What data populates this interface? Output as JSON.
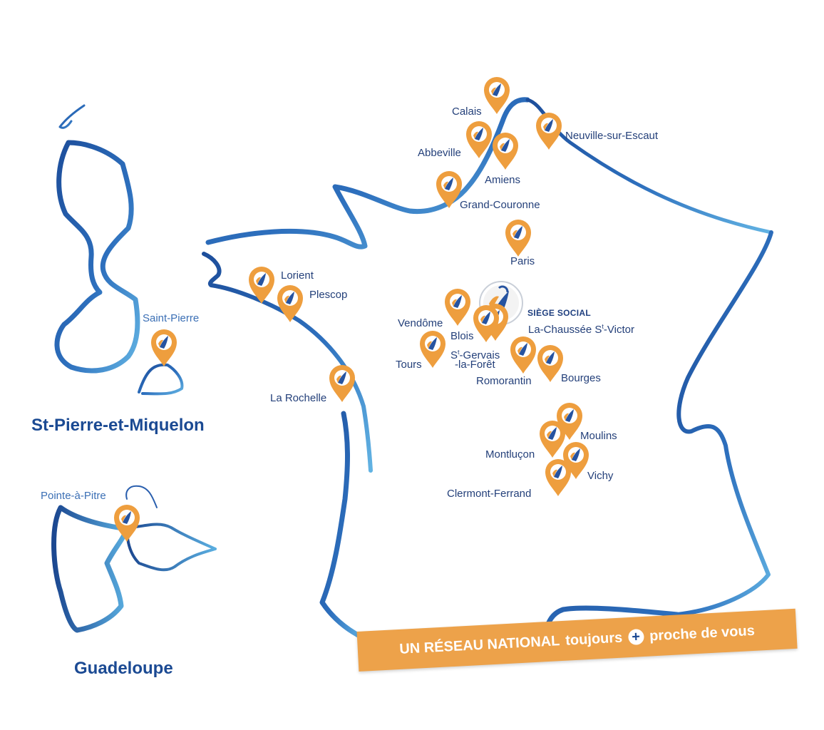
{
  "map": {
    "headquarters": {
      "title": "SIÈGE SOCIAL",
      "name_pre": "La-Chaussée S",
      "name_sup": "t",
      "name_post": "-Victor"
    },
    "cities": {
      "calais": "Calais",
      "neuville": "Neuville-sur-Escaut",
      "abbeville": "Abbeville",
      "amiens": "Amiens",
      "grand_couronne": "Grand-Couronne",
      "paris": "Paris",
      "lorient": "Lorient",
      "plescop": "Plescop",
      "vendome": "Vendôme",
      "blois": "Blois",
      "tours": "Tours",
      "st_gervais_pre": "S",
      "st_gervais_sup": "t",
      "st_gervais_post": "-Gervais",
      "st_gervais_line2": "-la-Forêt",
      "romorantin": "Romorantin",
      "bourges": "Bourges",
      "la_rochelle": "La Rochelle",
      "moulins": "Moulins",
      "montlucon": "Montluçon",
      "vichy": "Vichy",
      "clermont": "Clermont-Ferrand",
      "saint_pierre": "Saint-Pierre",
      "pointe_a_pitre": "Pointe-à-Pitre"
    },
    "regions": {
      "spm": "St-Pierre-et-Miquelon",
      "guadeloupe": "Guadeloupe"
    },
    "banner": {
      "part1": "UN RÉSEAU NATIONAL",
      "part2": "toujours",
      "plus": "+",
      "part3": "proche de vous"
    },
    "colors": {
      "pin": "#ee9e3e",
      "outline_dark": "#1d4e9b",
      "outline_light": "#55a9dd",
      "text": "#24407a",
      "banner": "#eda24a"
    }
  }
}
